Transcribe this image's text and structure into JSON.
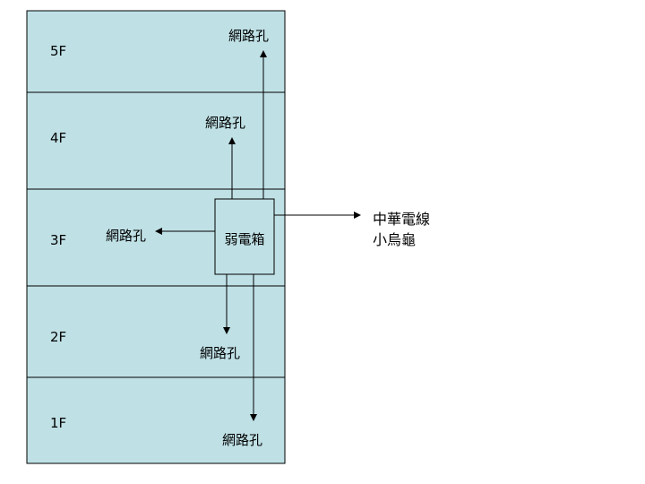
{
  "floors": [
    {
      "label": "5F"
    },
    {
      "label": "4F"
    },
    {
      "label": "3F"
    },
    {
      "label": "2F"
    },
    {
      "label": "1F"
    }
  ],
  "box_label": "弱電箱",
  "outlet_labels": {
    "floor5": "網路孔",
    "floor4": "網路孔",
    "floor3": "網路孔",
    "floor2": "網路孔",
    "floor1": "網路孔"
  },
  "external": {
    "line1": "中華電線",
    "line2": "小烏龜"
  },
  "colors": {
    "floor_fill": "#bfe1e6",
    "stroke": "#000000",
    "box_fill": "#bfe1e6"
  }
}
